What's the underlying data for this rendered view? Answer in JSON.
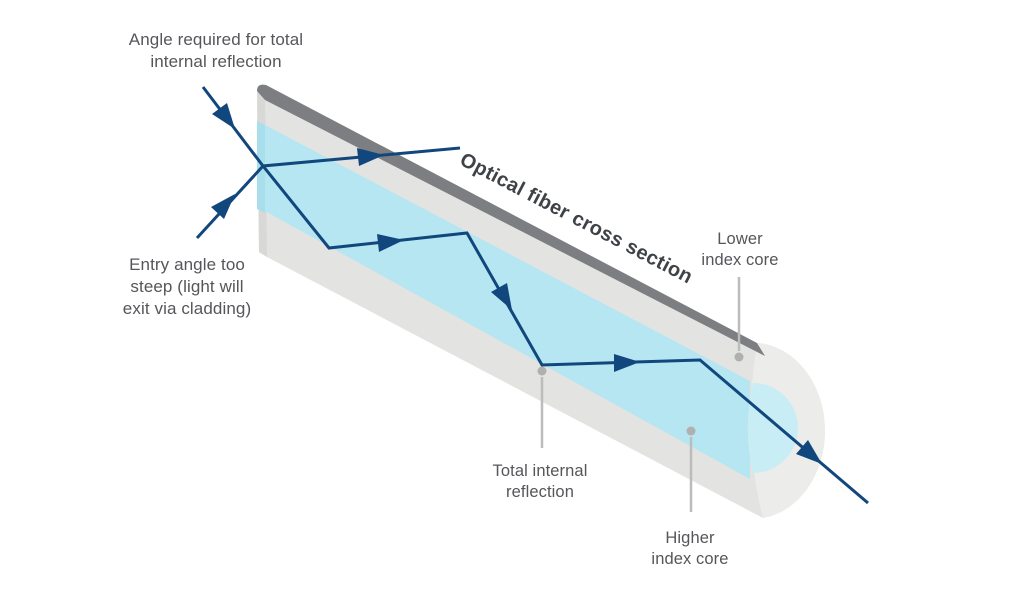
{
  "labels": {
    "angle_required": "Angle required for total\ninternal reflection",
    "entry_too_steep": "Entry angle too\nsteep (light will\nexit via cladding)",
    "title": "Optical fiber cross section",
    "lower_index_core": "Lower\nindex core",
    "total_internal_reflection": "Total internal\nreflection",
    "higher_index_core": "Higher\nindex core"
  },
  "colors": {
    "ray": "#11477d",
    "core": "#b5e6f1",
    "core_face": "#a9dfec",
    "core_end": "#c9edf5",
    "cladding": "#e3e3e1",
    "cladding_face": "#d8d8d6",
    "cap_face": "#ececea",
    "top_edge": "#7c7e81",
    "label_text": "#55565a",
    "title_text": "#3f4347",
    "leader": "#bcbcbc",
    "leader_dot": "#b0b0b0",
    "background": "#ffffff"
  }
}
